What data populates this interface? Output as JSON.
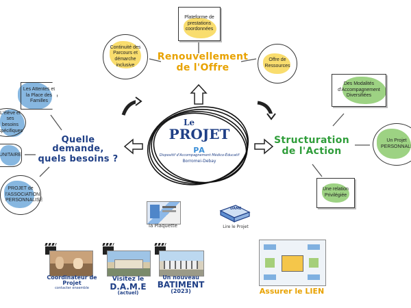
{
  "center": {
    "le": "Le",
    "projet": "PROJET",
    "logo_letters": "PA",
    "subtitle": "Dispositif d'Accompagnement Médico-Éducatif",
    "place": "Borromei-Debay"
  },
  "sections": {
    "offre": {
      "line1": "Renouvellement",
      "line2": "de l'Offre"
    },
    "demande": {
      "line1": "Quelle demande,",
      "line2": "quels besoins ?"
    },
    "structuration": {
      "line1": "Structuration",
      "line2": "de l'Action"
    }
  },
  "nodes": {
    "plateforme": "Plateforme de prestations coordonnées",
    "continuite": "Continuité des Parcours et démarche inclusive",
    "offre_ressources": "Offre de Ressources",
    "modalites": "Des Modalités d'Accompagnement Diversifiées",
    "projet_personnalise": "Un Projet PERSONNALISÉ",
    "relation": "Une relation Privilégiée",
    "attentes": "Les Attentes et la Place des Familles",
    "besoins": "L'élève et ses besoins spécifiques",
    "unitaire": "UNITAIRE",
    "association": "PROJET de l'ASSOCIATION PERSONNALISÉ"
  },
  "media": {
    "plaquette": "la Plaquette",
    "lire_projet": "Lire le Projet",
    "book_label": "DAME",
    "coordinateur_line1": "Coordinateur de Projet",
    "coordinateur_line2": "contacter ensemble",
    "visitez_line1": "Visitez le",
    "visitez_line2": "D.A.M.E",
    "visitez_line3": "(actuel)",
    "batiment_line1": "Un nouveau",
    "batiment_line2": "BATIMENT",
    "batiment_line3": "(2023)",
    "lien": "Assurer le LIEN"
  },
  "colors": {
    "orange": "#e8a200",
    "blue": "#1f3f86",
    "green": "#2f9d3a",
    "yellow_highlight": "#f7d23e",
    "blue_highlight": "#5f9fd6",
    "green_highlight": "#7cc35a"
  }
}
